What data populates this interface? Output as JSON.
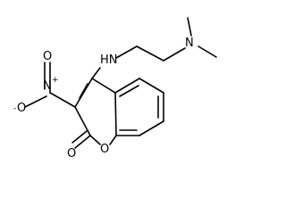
{
  "molecule": {
    "atoms": {
      "amine_nh": "HN",
      "dimethyl_n": "N",
      "nitro_n": "N",
      "nitro_n_charge": "+",
      "nitro_o_top": "O",
      "nitro_o_minus": "O",
      "nitro_o_minus_charge": "-",
      "carbonyl_o": "O",
      "ring_o": "O"
    }
  }
}
